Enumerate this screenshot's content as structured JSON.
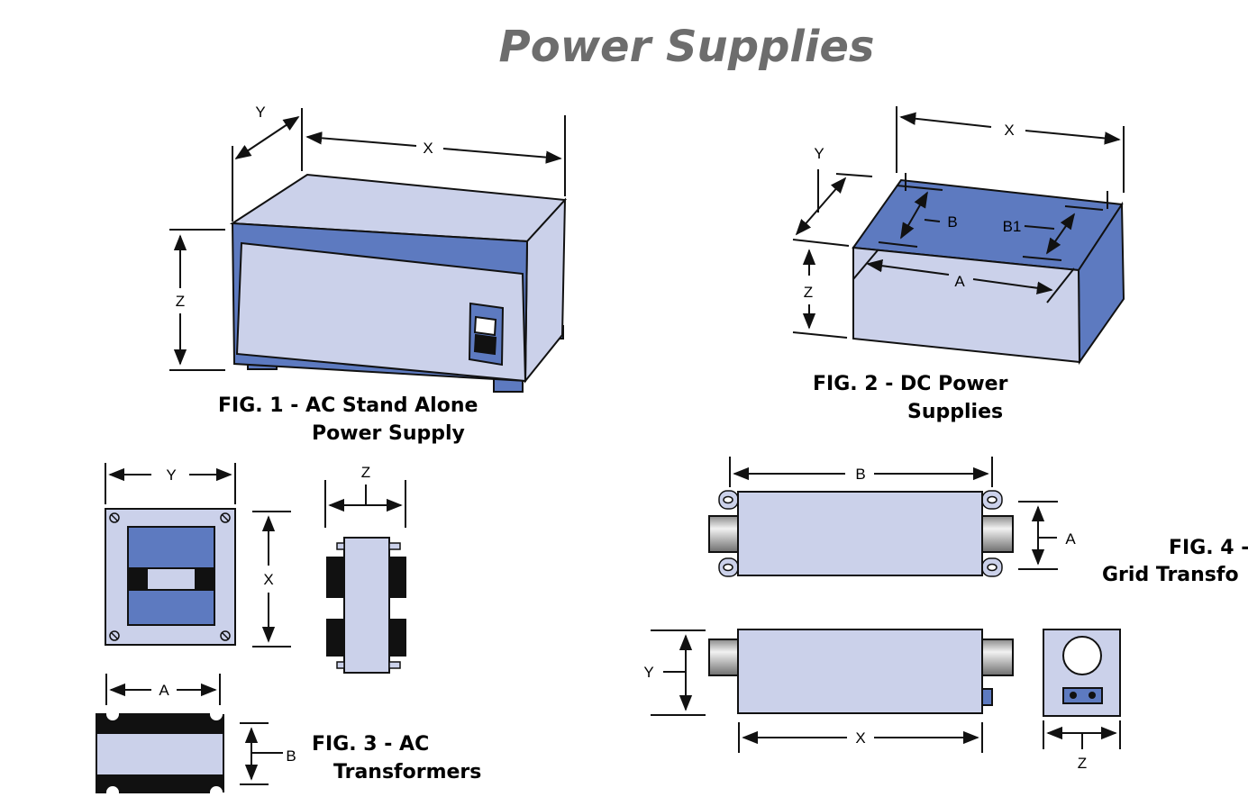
{
  "title": "Power Supplies",
  "colors": {
    "ink": "#111111",
    "light_face": "#cbd1ea",
    "dark_face": "#5d7ac0",
    "title_gray": "#6d6d6d",
    "cylinder": "#bcbcbc"
  },
  "fig1": {
    "caption_line1": "FIG. 1 -  AC Stand Alone",
    "caption_line2": "Power Supply",
    "dims": {
      "x": "X",
      "y": "Y",
      "z": "Z"
    }
  },
  "fig2": {
    "caption_line1": "FIG. 2 -  DC Power",
    "caption_line2": "Supplies",
    "dims": {
      "x": "X",
      "y": "Y",
      "z": "Z",
      "a": "A",
      "b": "B",
      "b1": "B1"
    }
  },
  "fig3": {
    "caption_line1": "FIG. 3 -  AC",
    "caption_line2": "Transformers",
    "dims": {
      "x": "X",
      "y": "Y",
      "z": "Z",
      "a": "A",
      "b": "B"
    }
  },
  "fig4": {
    "caption_line1": "FIG. 4 -",
    "caption_line2": "Grid  Transfo",
    "dims": {
      "x": "X",
      "y": "Y",
      "z": "Z",
      "a": "A",
      "b": "B"
    }
  }
}
